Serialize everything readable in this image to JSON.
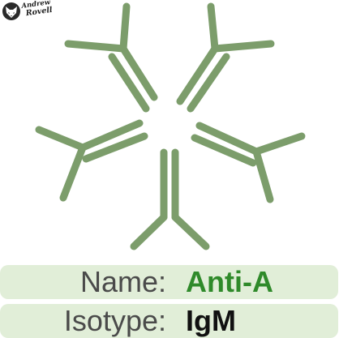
{
  "logo": {
    "line1": "Andrew",
    "line2": "Rovell",
    "icon": "fox-head-icon"
  },
  "info": {
    "name_label": "Name:",
    "name_value": "Anti-A",
    "isotype_label": "Isotype:",
    "isotype_value": "IgM"
  },
  "colors": {
    "antibody": "#7c9d6b",
    "name_value": "#2f8a2a",
    "row_background": "#e1eed8",
    "label_text": "#4a4a4a"
  }
}
